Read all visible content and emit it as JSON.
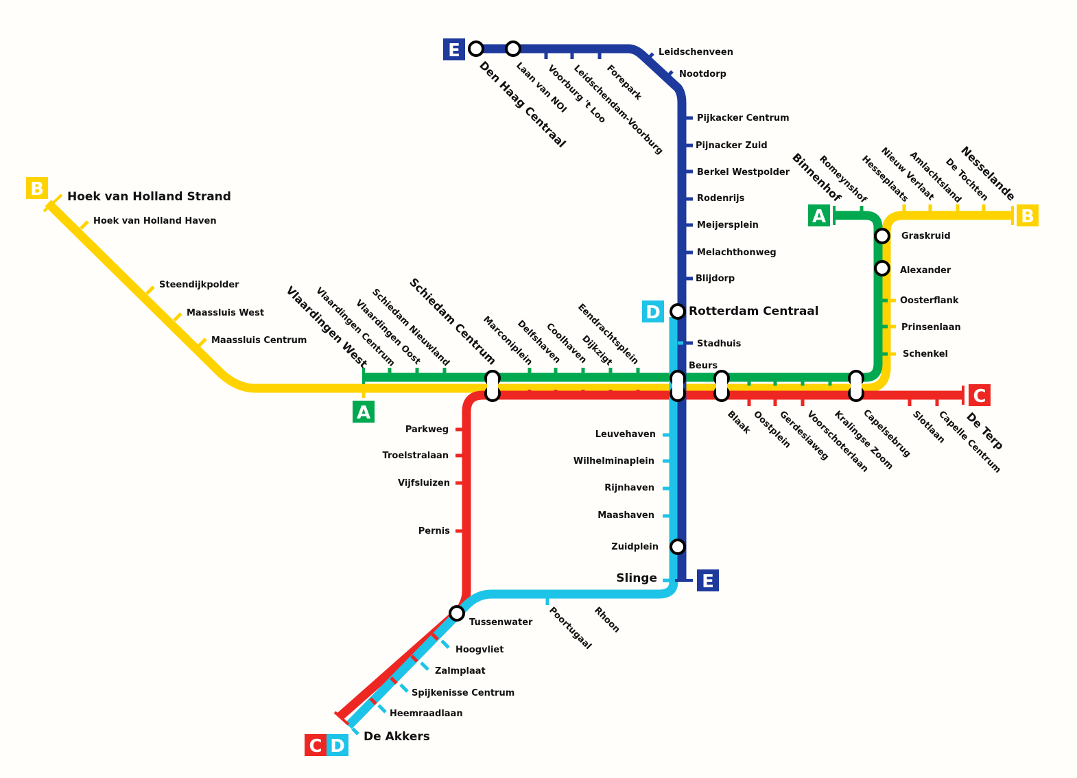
{
  "colors": {
    "A": "#00a84f",
    "B": "#ffd300",
    "C": "#ee2722",
    "D": "#1ec3e8",
    "E": "#1e3a9c"
  },
  "badges": {
    "A": "A",
    "B": "B",
    "C": "C",
    "D": "D",
    "E": "E"
  },
  "stations": {
    "hoek_strand": "Hoek van Holland Strand",
    "hoek_haven": "Hoek van Holland Haven",
    "steendijkpolder": "Steendijkpolder",
    "maassluis_west": "Maassluis West",
    "maassluis_centrum": "Maassluis Centrum",
    "vlaardingen_west": "Vlaardingen West",
    "vlaardingen_centrum": "Vlaardingen Centrum",
    "vlaardingen_oost": "Vlaardingen Oost",
    "schiedam_nieuwland": "Schiedam Nieuwland",
    "schiedam_centrum": "Schiedam Centrum",
    "marconiplein": "Marconiplein",
    "delfshaven": "Delfshaven",
    "coolhaven": "Coolhaven",
    "dijkzigt": "Dijkzigt",
    "eendrachtsplein": "Eendrachtsplein",
    "den_haag_centraal": "Den Haag Centraal",
    "laan_van_noi": "Laan van NOI",
    "voorburg_t_loo": "Voorburg 't Loo",
    "leidschendam_voorburg": "Leidschendam-Voorburg",
    "forepark": "Forepark",
    "leidschenveen": "Leidschenveen",
    "nootdorp": "Nootdorp",
    "pijnacker_centrum": "Pijkacker Centrum",
    "pijnacker_zuid": "Pijnacker Zuid",
    "berkel_westpolder": "Berkel Westpolder",
    "rodenrijs": "Rodenrijs",
    "meijersplein": "Meijersplein",
    "melanchthonweg": "Melachthonweg",
    "blijdorp": "Blijdorp",
    "rotterdam_centraal": "Rotterdam Centraal",
    "stadhuis": "Stadhuis",
    "beurs": "Beurs",
    "binnenhof": "Binnenhof",
    "romeynshof": "Romeynshof",
    "hesseplaats": "Hesseplaats",
    "nieuw_verlaat": "Nieuw Verlaat",
    "amlachtsland": "Amlachtsland",
    "de_tochten": "De Tochten",
    "nesselande": "Nesselande",
    "graskruid": "Graskruid",
    "alexander": "Alexander",
    "oosterflank": "Oosterflank",
    "prinsenlaan": "Prinsenlaan",
    "schenkel": "Schenkel",
    "blaak": "Blaak",
    "oostplein": "Oostplein",
    "gerdesiaweg": "Gerdesiaweg",
    "voorschoterlaan": "Voorschoterlaan",
    "kralingse_zoom": "Kralingse Zoom",
    "capelsebrug": "Capelsebrug",
    "slotlaan": "Slotlaan",
    "capelle_centrum": "Capelle Centrum",
    "de_terp": "De Terp",
    "parkweg": "Parkweg",
    "troelstralaan": "Troelstralaan",
    "vijfsluizen": "Vijfsluizen",
    "pernis": "Pernis",
    "leuvehaven": "Leuvehaven",
    "wilhelminaplein": "Wilhelminaplein",
    "rijnhaven": "Rijnhaven",
    "maashaven": "Maashaven",
    "zuidplein": "Zuidplein",
    "slinge": "Slinge",
    "tussenwater": "Tussenwater",
    "poortugaal": "Poortugaal",
    "rhoon": "Rhoon",
    "hoogvliet": "Hoogvliet",
    "zalmplaat": "Zalmplaat",
    "spijkenisse_centrum": "Spijkenisse Centrum",
    "heemraadlaan": "Heemraadlaan",
    "de_akkers": "De Akkers"
  }
}
